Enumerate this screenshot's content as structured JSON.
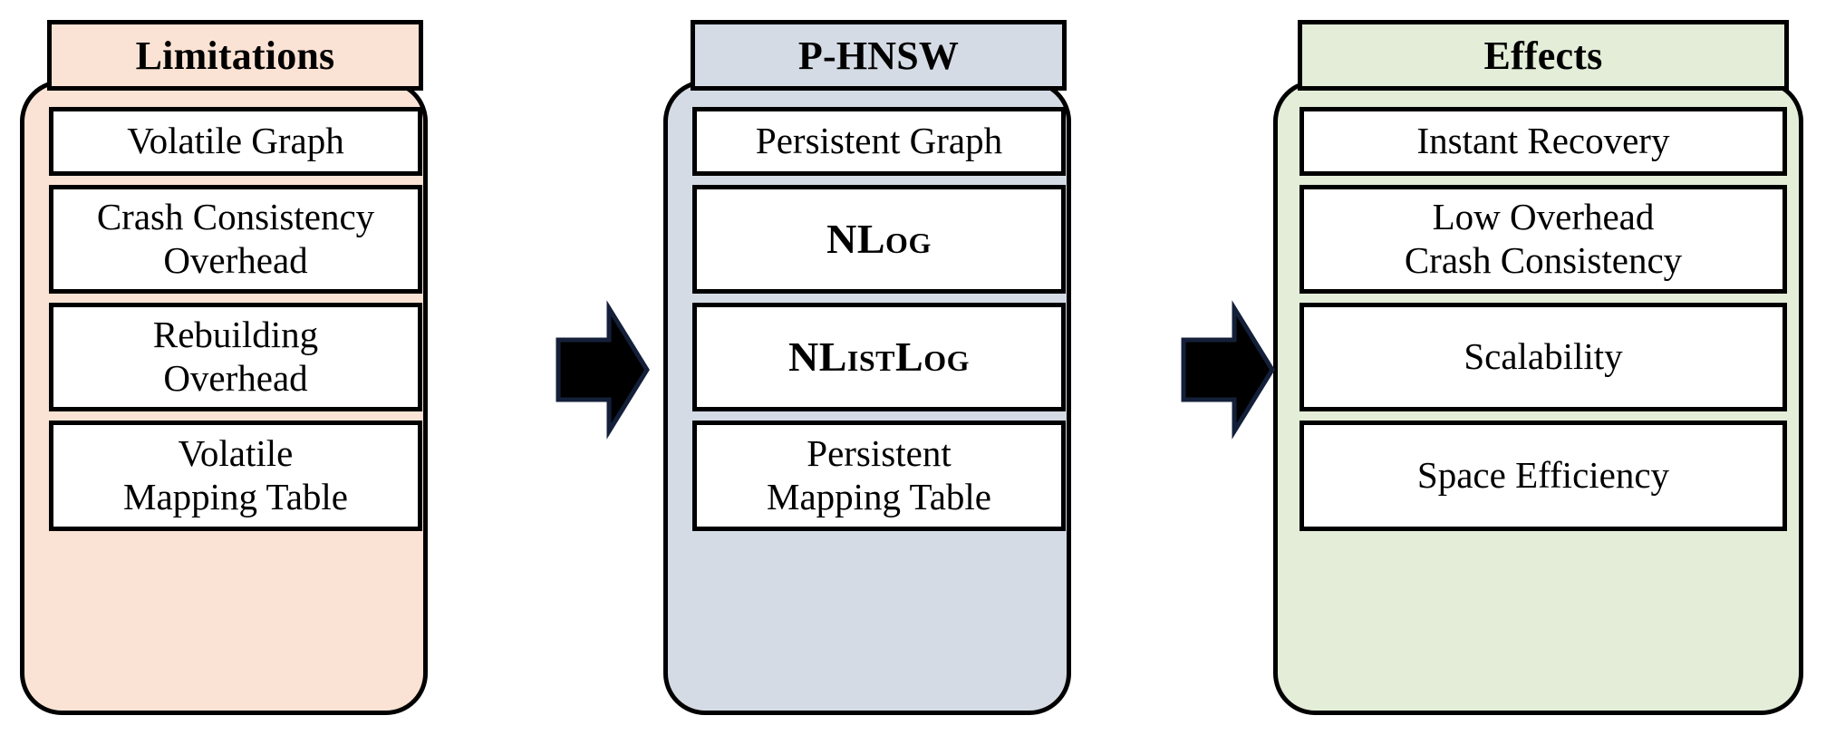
{
  "diagram": {
    "type": "three-stage-flow",
    "panels": [
      {
        "id": "limitations",
        "title": "Limitations",
        "fill": "#FAE3D4",
        "items": [
          {
            "label": "Volatile Graph",
            "lines": 1
          },
          {
            "label": "Crash Consistency\nOverhead",
            "lines": 2
          },
          {
            "label": "Rebuilding\nOverhead",
            "lines": 2
          },
          {
            "label": "Volatile\nMapping Table",
            "lines": 2
          }
        ]
      },
      {
        "id": "p-hnsw",
        "title": "P-HNSW",
        "fill": "#D4DBE5",
        "items": [
          {
            "label": "Persistent Graph",
            "lines": 1,
            "style": "normal"
          },
          {
            "label": "NLog",
            "lines": 1,
            "style": "small-caps"
          },
          {
            "label": "NListLog",
            "lines": 1,
            "style": "small-caps"
          },
          {
            "label": "Persistent\nMapping Table",
            "lines": 2,
            "style": "normal"
          }
        ]
      },
      {
        "id": "effects",
        "title": "Effects",
        "fill": "#E3EDD8",
        "items": [
          {
            "label": "Instant Recovery",
            "lines": 1
          },
          {
            "label": "Low Overhead\nCrash Consistency",
            "lines": 2
          },
          {
            "label": "Scalability",
            "lines": 1
          },
          {
            "label": "Space Efficiency",
            "lines": 1
          }
        ]
      }
    ],
    "arrows": [
      {
        "id": "arrow-limitations-to-phnsw",
        "direction": "right",
        "color": "#000000"
      },
      {
        "id": "arrow-phnsw-to-effects",
        "direction": "right",
        "color": "#000000"
      }
    ],
    "colors": {
      "outline": "#000000",
      "box_fill": "#FFFFFF",
      "arrow": "#000000",
      "arrow_edge": "#14203A"
    }
  }
}
